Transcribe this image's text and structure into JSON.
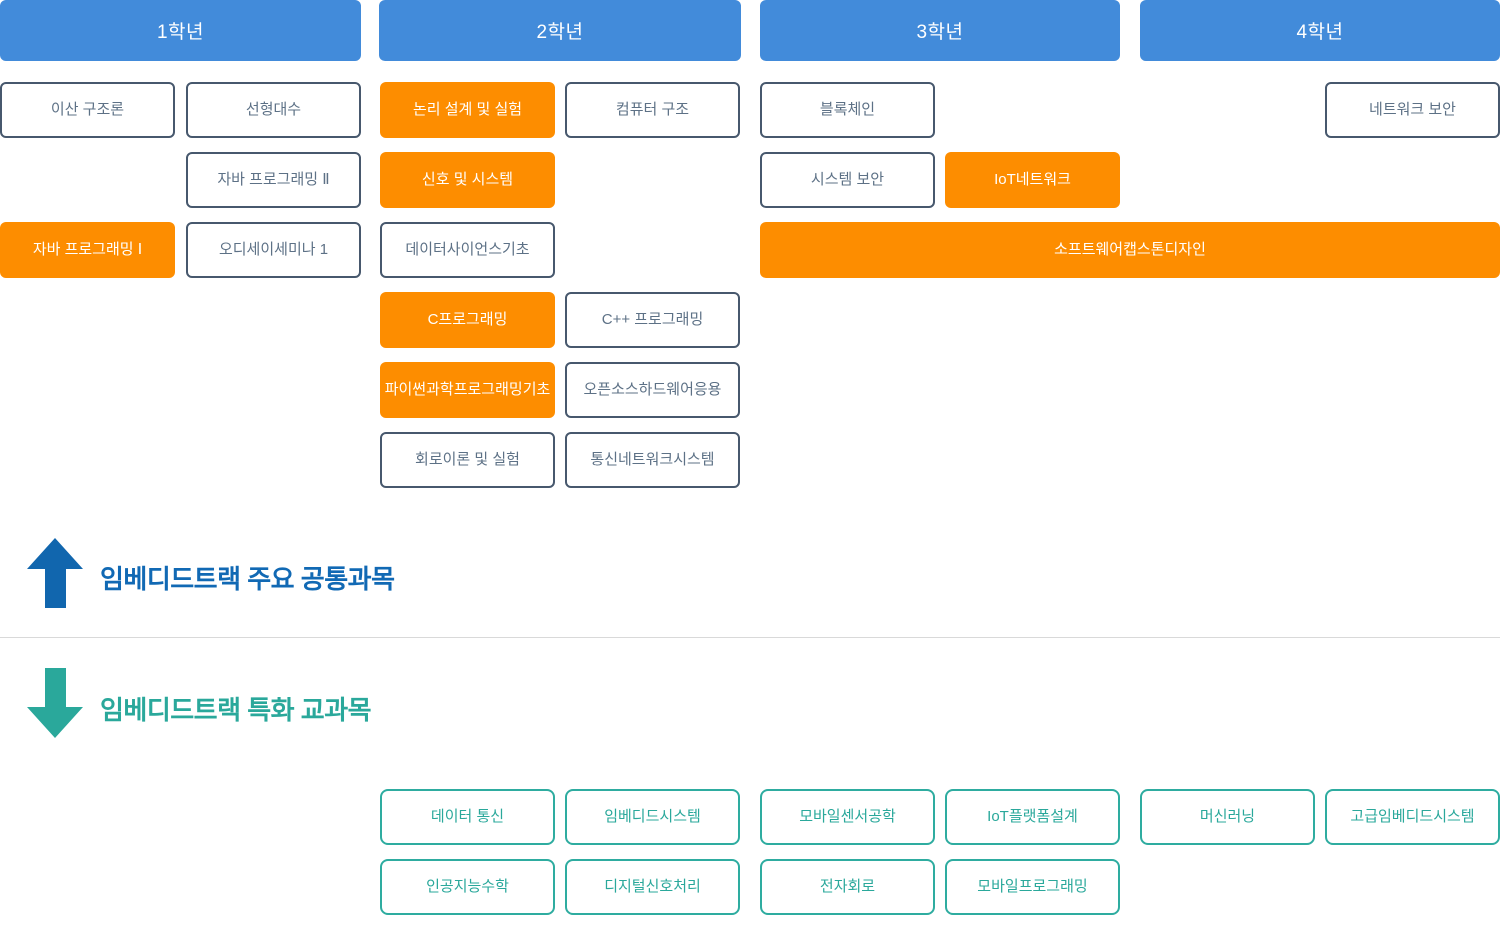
{
  "headers": [
    {
      "label": "1학년"
    },
    {
      "label": "2학년"
    },
    {
      "label": "3학년"
    },
    {
      "label": "4학년"
    }
  ],
  "common_section": {
    "title": "임베디드트랙 주요 공통과목",
    "arrow_direction": "up",
    "courses": [
      {
        "label": "이산 구조론",
        "col": 0,
        "row": 0,
        "highlight": false
      },
      {
        "label": "선형대수",
        "col": 1,
        "row": 0,
        "highlight": false
      },
      {
        "label": "자바 프로그래밍 Ⅱ",
        "col": 1,
        "row": 1,
        "highlight": false
      },
      {
        "label": "자바 프로그래밍 Ⅰ",
        "col": 0,
        "row": 2,
        "highlight": true
      },
      {
        "label": "오디세이세미나 1",
        "col": 1,
        "row": 2,
        "highlight": false
      },
      {
        "label": "논리 설계 및 실험",
        "col": 2,
        "row": 0,
        "highlight": true
      },
      {
        "label": "컴퓨터 구조",
        "col": 3,
        "row": 0,
        "highlight": false
      },
      {
        "label": "신호 및 시스템",
        "col": 2,
        "row": 1,
        "highlight": true
      },
      {
        "label": "데이터사이언스기초",
        "col": 2,
        "row": 2,
        "highlight": false
      },
      {
        "label": "C프로그래밍",
        "col": 2,
        "row": 3,
        "highlight": true
      },
      {
        "label": "C++ 프로그래밍",
        "col": 3,
        "row": 3,
        "highlight": false
      },
      {
        "label": "파이썬과학프로그래밍기초",
        "col": 2,
        "row": 4,
        "highlight": true
      },
      {
        "label": "오픈소스하드웨어응용",
        "col": 3,
        "row": 4,
        "highlight": false
      },
      {
        "label": "회로이론 및 실험",
        "col": 2,
        "row": 5,
        "highlight": false
      },
      {
        "label": "통신네트워크시스템",
        "col": 3,
        "row": 5,
        "highlight": false
      },
      {
        "label": "블록체인",
        "col": 4,
        "row": 0,
        "highlight": false
      },
      {
        "label": "시스템 보안",
        "col": 4,
        "row": 1,
        "highlight": false
      },
      {
        "label": "IoT네트워크",
        "col": 5,
        "row": 1,
        "highlight": true
      },
      {
        "label": "소프트웨어캡스톤디자인",
        "col": 4,
        "row": 2,
        "highlight": true,
        "wide": true
      },
      {
        "label": "네트워크 보안",
        "col": 7,
        "row": 0,
        "highlight": false
      }
    ]
  },
  "special_section": {
    "title": "임베디드트랙 특화 교과목",
    "arrow_direction": "down",
    "courses": [
      {
        "label": "데이터 통신",
        "col": 2,
        "row": 0
      },
      {
        "label": "임베디드시스템",
        "col": 3,
        "row": 0
      },
      {
        "label": "모바일센서공학",
        "col": 4,
        "row": 0
      },
      {
        "label": "IoT플랫폼설계",
        "col": 5,
        "row": 0
      },
      {
        "label": "머신러닝",
        "col": 6,
        "row": 0
      },
      {
        "label": "고급임베디드시스템",
        "col": 7,
        "row": 0
      },
      {
        "label": "인공지능수학",
        "col": 2,
        "row": 1
      },
      {
        "label": "디지털신호처리",
        "col": 3,
        "row": 1
      },
      {
        "label": "전자회로",
        "col": 4,
        "row": 1
      },
      {
        "label": "모바일프로그래밍",
        "col": 5,
        "row": 1
      }
    ]
  },
  "colors": {
    "header_blue": "#428bda",
    "highlight_orange": "#fd8d00",
    "outline_border": "#47586d",
    "outline_text": "#5d7186",
    "special_teal": "#2aa89b",
    "arrow_blue": "#1166ae",
    "divider_gray": "#d9d9d9"
  }
}
